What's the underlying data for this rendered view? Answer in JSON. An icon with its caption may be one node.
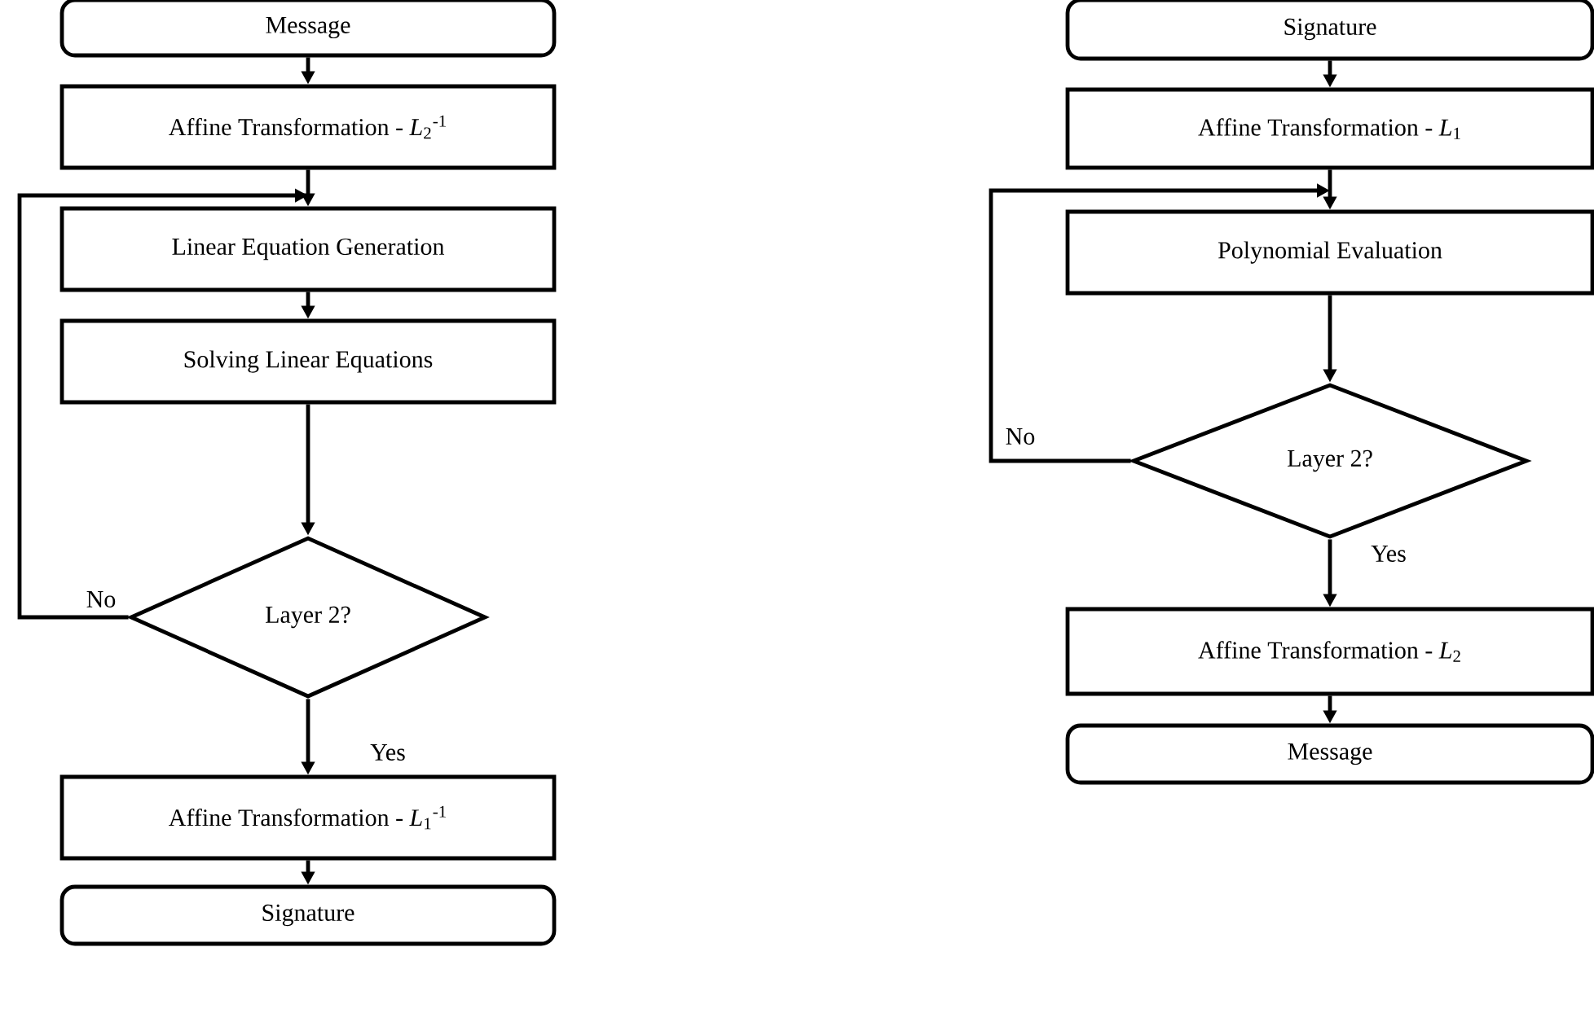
{
  "diagram": {
    "nodes": [
      {
        "text": [
          "Message"
        ]
      },
      {
        "text": [
          "Affine Transformation - *L*$_{2}$$^{-1}$"
        ]
      },
      {
        "text": [
          "Linear Equation Generation"
        ]
      },
      {
        "text": [
          "Solving Linear Equations"
        ]
      },
      {
        "text": [
          "Layer 2?"
        ]
      },
      {
        "text": [
          "Affine Transformation - *L*$_{1}$$^{-1}$"
        ]
      },
      {
        "text": [
          "Signature"
        ]
      },
      {
        "text": [
          "Signature"
        ]
      },
      {
        "text": [
          "Affine Transformation - *L*$_{1}$"
        ]
      },
      {
        "text": [
          "Polynomial Evaluation"
        ]
      },
      {
        "text": [
          "Layer 2?"
        ]
      },
      {
        "text": [
          "Affine Transformation - *L*$_{2}$"
        ]
      },
      {
        "text": [
          "Message"
        ]
      }
    ],
    "edges": [
      {
        "from": 0,
        "to": 1,
        "arrow": "to"
      },
      {
        "from": 1,
        "to": 2,
        "arrow": "to"
      },
      {
        "from": 2,
        "to": 3,
        "arrow": "to"
      },
      {
        "from": 3,
        "to": 4,
        "arrow": "to"
      },
      {
        "from": 4,
        "to": 2,
        "arrow": "to",
        "label": "No"
      },
      {
        "from": 4,
        "to": 5,
        "arrow": "to",
        "label": "Yes"
      },
      {
        "from": 5,
        "to": 6,
        "arrow": "to"
      },
      {
        "from": 7,
        "to": 8,
        "arrow": "to"
      },
      {
        "from": 8,
        "to": 9,
        "arrow": "to"
      },
      {
        "from": 9,
        "to": 10,
        "arrow": "to"
      },
      {
        "from": 10,
        "to": 9,
        "arrow": "to",
        "label": "No"
      },
      {
        "from": 10,
        "to": 11,
        "arrow": "to",
        "label": "Yes"
      },
      {
        "from": 11,
        "to": 12,
        "arrow": "to"
      }
    ]
  }
}
